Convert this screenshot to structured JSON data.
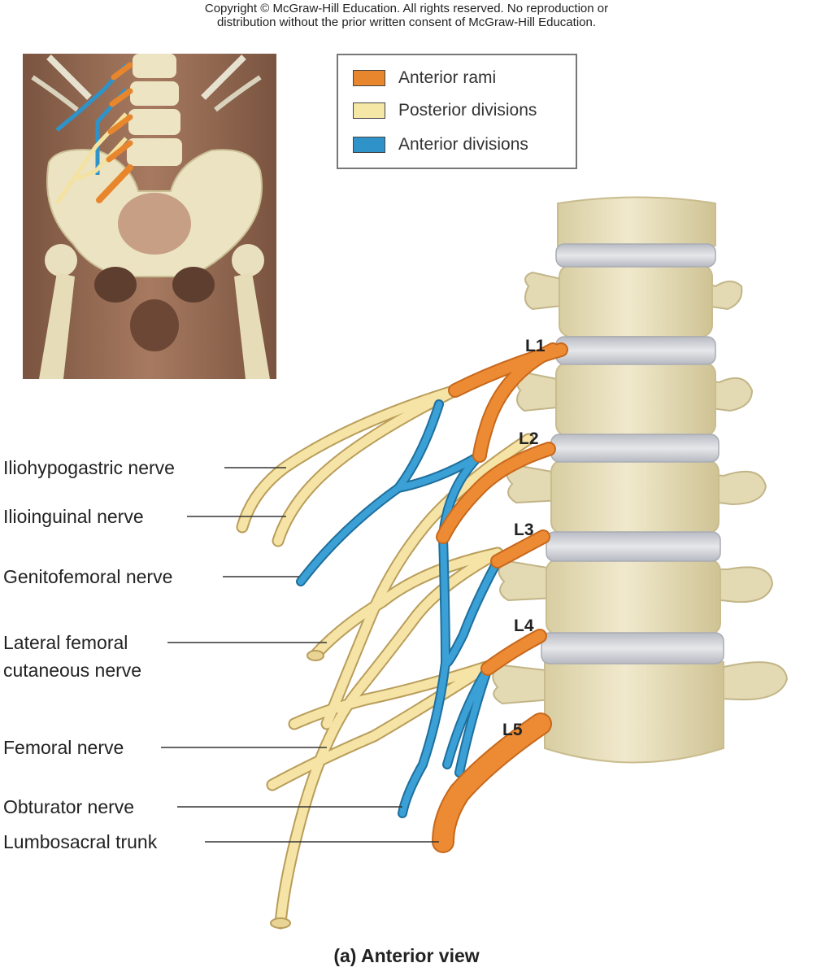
{
  "copyright": {
    "line1": "Copyright © McGraw-Hill Education. All rights reserved. No reproduction or",
    "line2": "distribution without the prior written consent of McGraw-Hill Education."
  },
  "legend": {
    "items": [
      {
        "label": "Anterior rami",
        "color": "#e8862d"
      },
      {
        "label": "Posterior divisions",
        "color": "#f5e7a6"
      },
      {
        "label": "Anterior divisions",
        "color": "#2f93c9"
      }
    ]
  },
  "levels": [
    "L1",
    "L2",
    "L3",
    "L4",
    "L5"
  ],
  "labels": {
    "iliohypogastric": "Iliohypogastric nerve",
    "ilioinguinal": "Ilioinguinal nerve",
    "genitofemoral": "Genitofemoral nerve",
    "lateral_femoral_1": "Lateral femoral",
    "lateral_femoral_2": "cutaneous nerve",
    "femoral": "Femoral nerve",
    "obturator": "Obturator nerve",
    "lumbosacral": "Lumbosacral trunk"
  },
  "caption": "(a) Anterior view"
}
